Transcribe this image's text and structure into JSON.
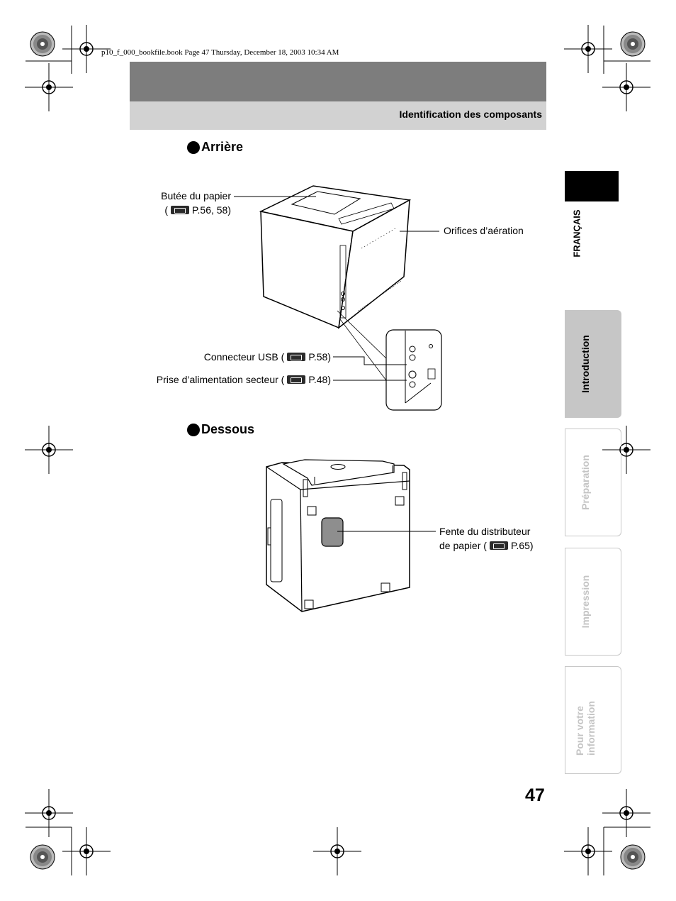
{
  "file_header": "p10_f_000_bookfile.book  Page 47  Thursday, December 18, 2003  10:34 AM",
  "section_title": "Identification des composants",
  "language": "FRANÇAIS",
  "tabs": [
    {
      "label": "Introduction",
      "active": true
    },
    {
      "label": "Préparation",
      "active": false
    },
    {
      "label": "Impression",
      "active": false
    },
    {
      "label": "Pour votre information",
      "active": false
    }
  ],
  "rear": {
    "heading": "Arrière",
    "paper_stop": {
      "label": "Butée du papier",
      "open": "(",
      "ref": "P.56, 58)"
    },
    "vents": "Orifices d’aération",
    "usb": {
      "label": "Connecteur USB (",
      "ref": "P.58)"
    },
    "power": {
      "label": "Prise d’alimentation secteur (",
      "ref": "P.48)"
    }
  },
  "bottom": {
    "heading": "Dessous",
    "slot_line1": "Fente du distributeur",
    "slot_line2": {
      "label": "de papier (",
      "ref": "P.65)"
    }
  },
  "page_number": "47",
  "icons": [
    "reference-icon",
    "registration-mark-icon",
    "printer-rear-illustration",
    "printer-bottom-illustration"
  ]
}
